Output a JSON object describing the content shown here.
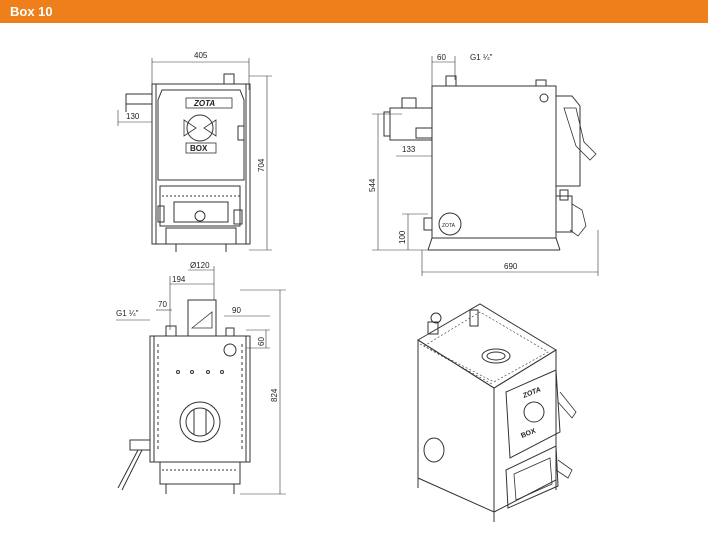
{
  "header": {
    "title": "Box 10",
    "color": "#ef7f1a"
  },
  "front_view": {
    "dims": {
      "width": "405",
      "height": "704",
      "offset": "130"
    },
    "panel_logo": "ZOTA",
    "panel_name": "BOX"
  },
  "side_view": {
    "dims": {
      "top_offset": "60",
      "connection": "G1 ¼\"",
      "height": "544",
      "flue_offset": "133",
      "bottom": "100",
      "depth": "690"
    },
    "badge": "ZOTA"
  },
  "back_view": {
    "dims": {
      "flue_diameter": "Ø120",
      "flue_offset": "194",
      "left_offset": "70",
      "connection": "G1 ¼\"",
      "right_offset": "90",
      "right_height": "60",
      "height": "824"
    }
  },
  "iso_view": {
    "logo": "ZOTA",
    "name": "BOX"
  }
}
